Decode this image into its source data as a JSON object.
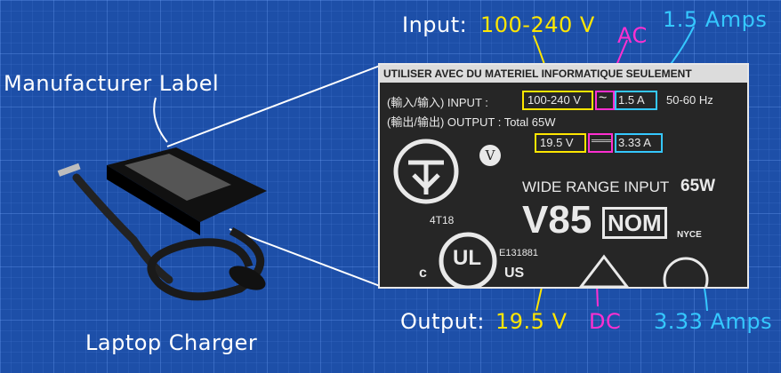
{
  "annotations": {
    "manufacturer_label": "Manufacturer Label",
    "laptop_charger": "Laptop Charger",
    "input_prefix": "Input:",
    "input_value": "100-240 V",
    "ac": "AC",
    "input_amps": "1.5 Amps",
    "output_prefix": "Output:",
    "output_value": "19.5 V",
    "dc": "DC",
    "output_amps": "3.33 Amps"
  },
  "label_text": {
    "header": "UTILISER AVEC DU MATERIEL INFORMATIQUE SEULEMENT",
    "input_line_prefix": "(輸入/输入) INPUT :",
    "input_voltage": "100-240 V",
    "ac_symbol": "~",
    "input_current": "1.5 A",
    "frequency": "50-60 Hz",
    "output_line": "(輸出/输出) OUTPUT : Total 65W",
    "output_voltage": "19.5 V",
    "dc_symbol": "═══",
    "output_current": "3.33 A",
    "v_mark": "V",
    "code_4t18": "4T18",
    "wide_range": "WIDE RANGE INPUT",
    "watts": "65W",
    "model": "V85",
    "nom": "NOM",
    "nyce": "NYCE",
    "ul": "UL",
    "ul_c": "c",
    "ul_us": "US",
    "e_number": "E131881"
  },
  "colors": {
    "background": "#1d4fa8",
    "yellow": "#ffe600",
    "magenta": "#ff2fd0",
    "cyan": "#35c8ff",
    "white": "#ffffff"
  }
}
